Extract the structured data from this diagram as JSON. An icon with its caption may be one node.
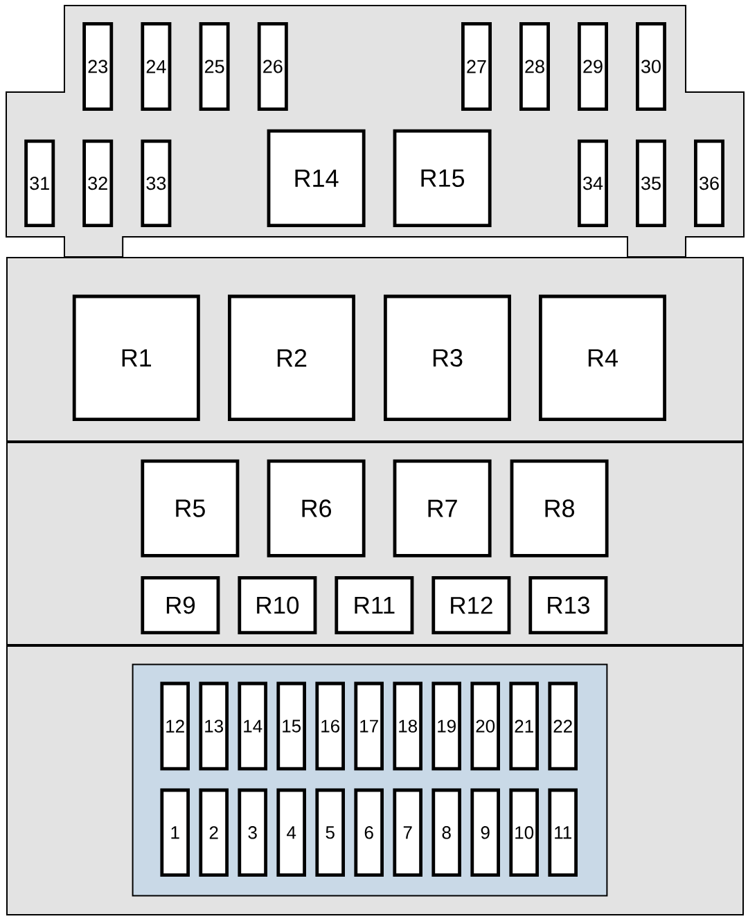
{
  "diagram": {
    "nodes": [
      {
        "text": [],
        "shape": "box"
      },
      {
        "text": [
          "23"
        ],
        "in": 0
      },
      {
        "text": [
          "24"
        ],
        "in": 0
      },
      {
        "text": [
          "25"
        ],
        "in": 0
      },
      {
        "text": [
          "26"
        ],
        "in": 0
      },
      {
        "text": [
          "27"
        ],
        "in": 0
      },
      {
        "text": [
          "28"
        ],
        "in": 0
      },
      {
        "text": [
          "29"
        ],
        "in": 0
      },
      {
        "text": [
          "30"
        ],
        "in": 0
      },
      {
        "text": [
          "31"
        ],
        "in": 0
      },
      {
        "text": [
          "32"
        ],
        "in": 0
      },
      {
        "text": [
          "33"
        ],
        "in": 0
      },
      {
        "text": [
          "R14"
        ],
        "in": 0
      },
      {
        "text": [
          "R15"
        ],
        "in": 0
      },
      {
        "text": [
          "34"
        ],
        "in": 0
      },
      {
        "text": [
          "35"
        ],
        "in": 0
      },
      {
        "text": [
          "36"
        ],
        "in": 0
      },
      {
        "text": [],
        "shape": "box"
      },
      {
        "text": [
          "R1"
        ],
        "in": 17
      },
      {
        "text": [
          "R2"
        ],
        "in": 17
      },
      {
        "text": [
          "R3"
        ],
        "in": 17
      },
      {
        "text": [
          "R4"
        ],
        "in": 17
      },
      {
        "text": [],
        "shape": "box"
      },
      {
        "text": [
          "R5"
        ],
        "in": 22
      },
      {
        "text": [
          "R6"
        ],
        "in": 22
      },
      {
        "text": [
          "R7"
        ],
        "in": 22
      },
      {
        "text": [
          "R8"
        ],
        "in": 22
      },
      {
        "text": [
          "R9"
        ],
        "in": 22
      },
      {
        "text": [
          "R10"
        ],
        "in": 22
      },
      {
        "text": [
          "R11"
        ],
        "in": 22
      },
      {
        "text": [
          "R12"
        ],
        "in": 22
      },
      {
        "text": [
          "R13"
        ],
        "in": 22
      },
      {
        "text": [],
        "shape": "box"
      },
      {
        "text": [],
        "shape": "box",
        "in": 32
      },
      {
        "text": [
          "12"
        ],
        "in": 33
      },
      {
        "text": [
          "13"
        ],
        "in": 33
      },
      {
        "text": [
          "14"
        ],
        "in": 33
      },
      {
        "text": [
          "15"
        ],
        "in": 33
      },
      {
        "text": [
          "16"
        ],
        "in": 33
      },
      {
        "text": [
          "17"
        ],
        "in": 33
      },
      {
        "text": [
          "18"
        ],
        "in": 33
      },
      {
        "text": [
          "19"
        ],
        "in": 33
      },
      {
        "text": [
          "20"
        ],
        "in": 33
      },
      {
        "text": [
          "21"
        ],
        "in": 33
      },
      {
        "text": [
          "22"
        ],
        "in": 33
      },
      {
        "text": [
          "1"
        ],
        "in": 33
      },
      {
        "text": [
          "2"
        ],
        "in": 33
      },
      {
        "text": [
          "3"
        ],
        "in": 33
      },
      {
        "text": [
          "4"
        ],
        "in": 33
      },
      {
        "text": [
          "5"
        ],
        "in": 33
      },
      {
        "text": [
          "6"
        ],
        "in": 33
      },
      {
        "text": [
          "7"
        ],
        "in": 33
      },
      {
        "text": [
          "8"
        ],
        "in": 33
      },
      {
        "text": [
          "9"
        ],
        "in": 33
      },
      {
        "text": [
          "10"
        ],
        "in": 33
      },
      {
        "text": [
          "11"
        ],
        "in": 33
      }
    ]
  }
}
